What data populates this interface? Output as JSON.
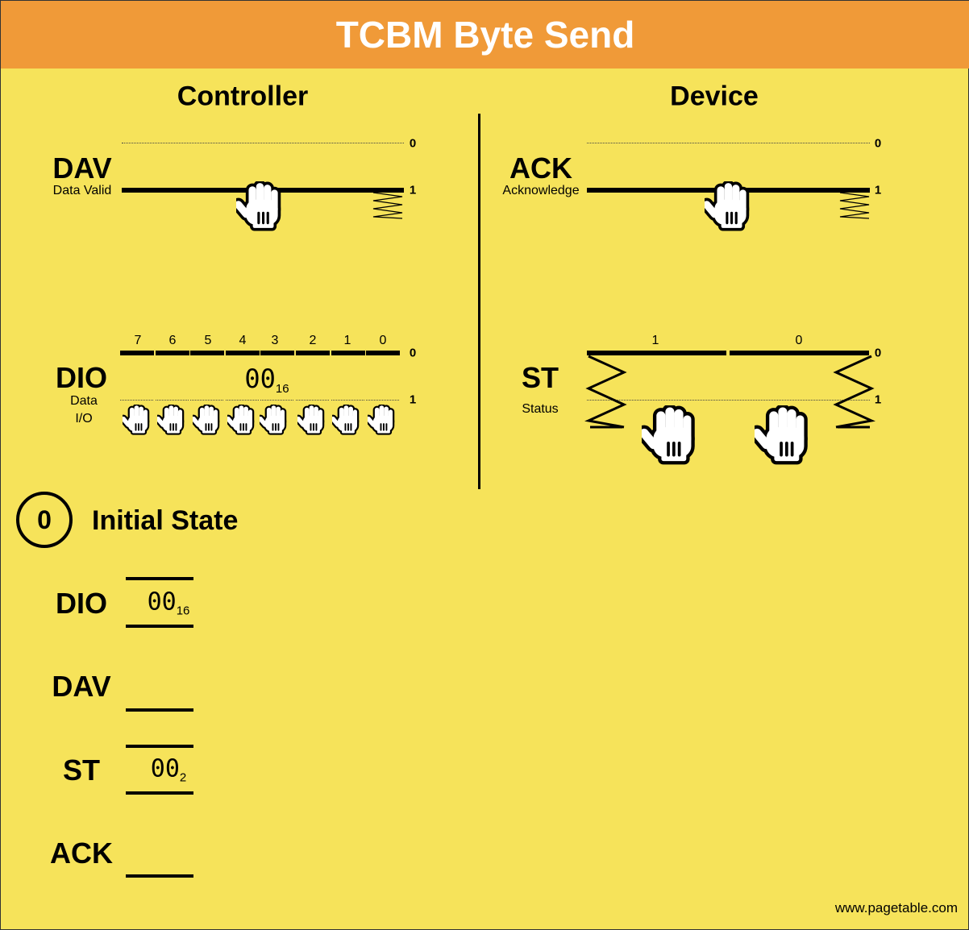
{
  "title": "TCBM Byte Send",
  "controller": {
    "heading": "Controller",
    "dav": {
      "name": "DAV",
      "description": "Data Valid",
      "level_0": "0",
      "level_1": "1",
      "state": 1
    },
    "dio": {
      "name": "DIO",
      "description_line1": "Data",
      "description_line2": "I/O",
      "bits": [
        "7",
        "6",
        "5",
        "4",
        "3",
        "2",
        "1",
        "0"
      ],
      "value": "00",
      "base": "16",
      "level_0": "0",
      "level_1": "1"
    }
  },
  "device": {
    "heading": "Device",
    "ack": {
      "name": "ACK",
      "description": "Acknowledge",
      "level_0": "0",
      "level_1": "1",
      "state": 1
    },
    "st": {
      "name": "ST",
      "description": "Status",
      "bits": [
        "1",
        "0"
      ],
      "level_0": "0",
      "level_1": "1"
    }
  },
  "step": {
    "number": "0",
    "label": "Initial State",
    "rows": [
      {
        "name": "DIO",
        "value": "00",
        "base": "16"
      },
      {
        "name": "DAV"
      },
      {
        "name": "ST",
        "value": "00",
        "base": "2"
      },
      {
        "name": "ACK"
      }
    ]
  },
  "footer": "www.pagetable.com",
  "colors": {
    "header": "#F09A38",
    "background": "#F6E35A"
  }
}
